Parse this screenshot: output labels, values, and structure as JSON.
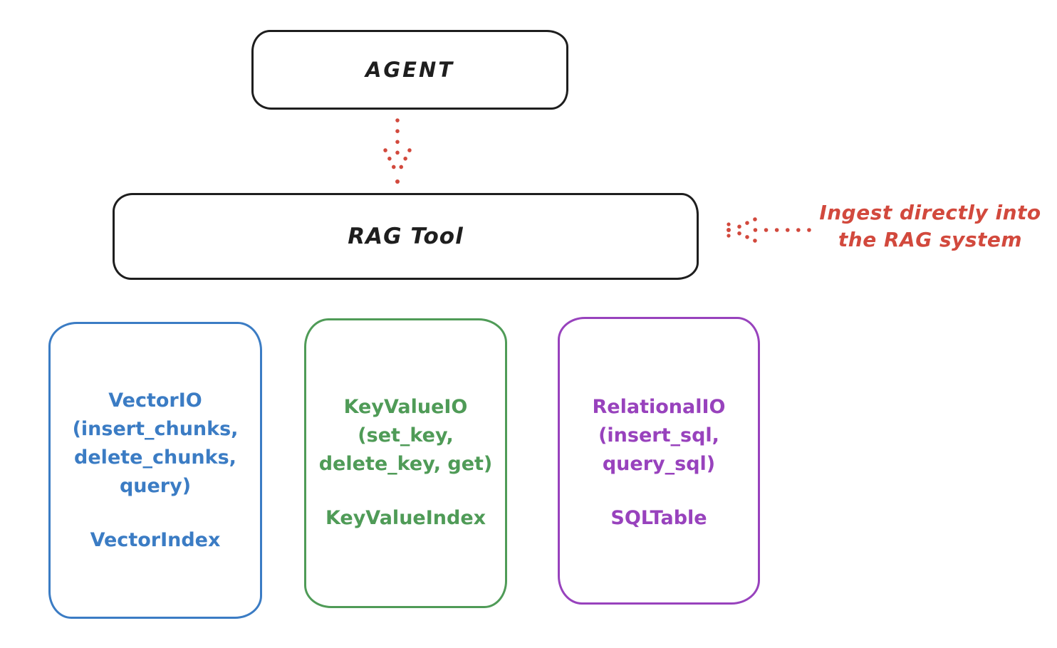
{
  "diagram": {
    "agent": {
      "label": "AGENT"
    },
    "rag_tool": {
      "label": "RAG Tool"
    },
    "ingest_note": {
      "line1": "Ingest directly into",
      "line2": "the RAG system"
    },
    "backends": {
      "vector": {
        "line1": "VectorIO",
        "line2": "(insert_chunks,",
        "line3": "delete_chunks,",
        "line4": "query)",
        "index": "VectorIndex"
      },
      "keyvalue": {
        "line1": "KeyValueIO",
        "line2": "(set_key,",
        "line3": "delete_key, get)",
        "index": "KeyValueIndex"
      },
      "relational": {
        "line1": "RelationalIO",
        "line2": "(insert_sql,",
        "line3": "query_sql)",
        "index": "SQLTable"
      }
    },
    "colors": {
      "ink": "#1e1e1e",
      "red": "#d2493d",
      "blue": "#3b7cc4",
      "green": "#4f9b57",
      "purple": "#9842bd",
      "background": "#ffffff"
    }
  }
}
